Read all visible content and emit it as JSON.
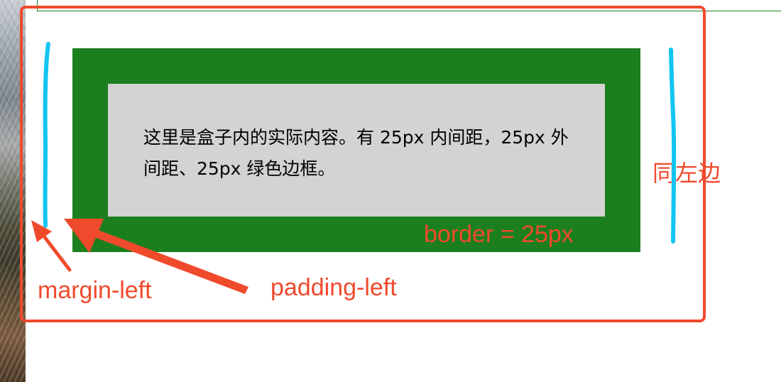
{
  "content_text": "这里是盒子内的实际内容。有 25px 内间距，25px 外间距、25px 绿色边框。",
  "annotations": {
    "border": "border = 25px",
    "padding_left": "padding-left",
    "margin_left": "margin-left",
    "same_as_left": "同左边"
  },
  "colors": {
    "annotation": "#f04a2c",
    "border_green": "#1b7f1e",
    "content_bg": "#d3d3d3",
    "marker": "#12c4f1"
  }
}
